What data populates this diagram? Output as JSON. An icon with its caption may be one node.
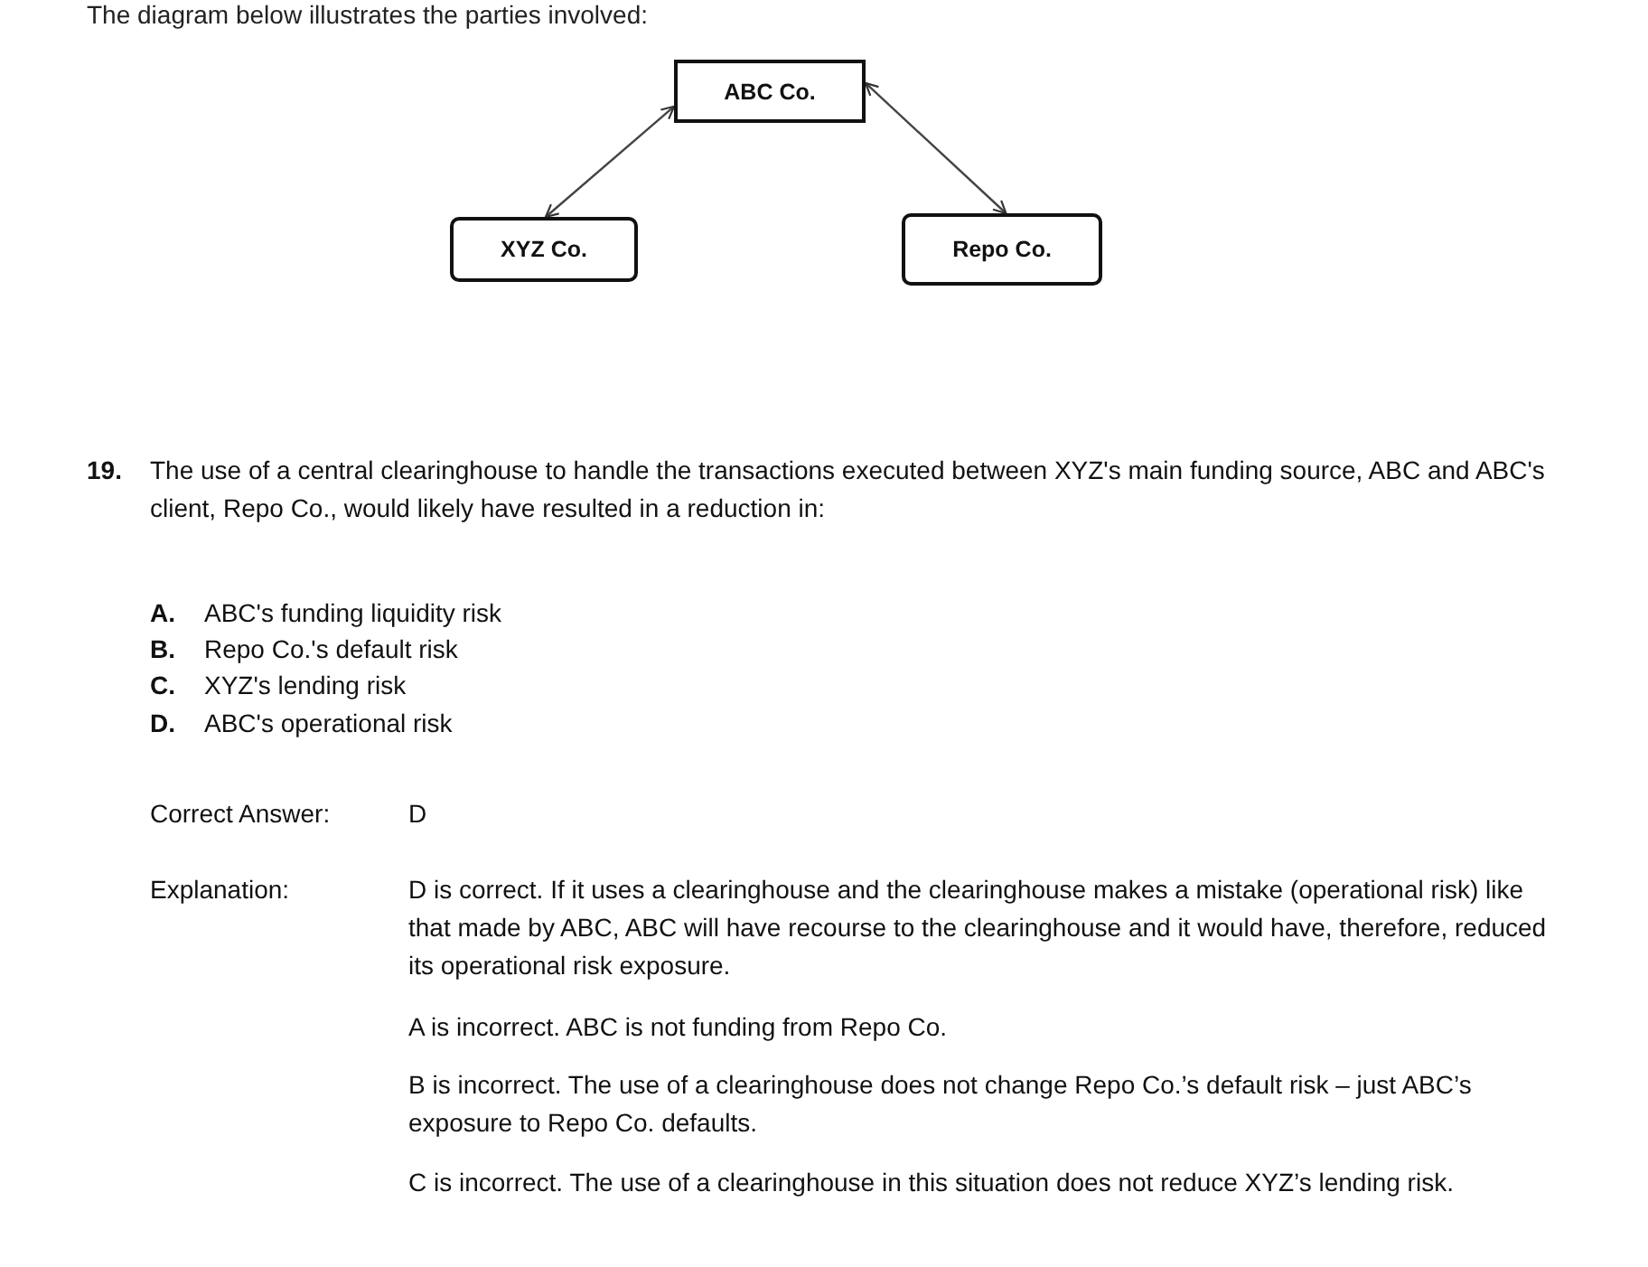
{
  "diagram": {
    "title": "The diagram below illustrates the parties involved:",
    "nodes": [
      {
        "text": [
          "ABC Co."
        ]
      },
      {
        "text": [
          "XYZ Co."
        ]
      },
      {
        "text": [
          "Repo Co."
        ]
      }
    ],
    "edges": [
      {
        "from": 1,
        "to": 0,
        "arrow": "both"
      },
      {
        "from": 2,
        "to": 0,
        "arrow": "both"
      }
    ],
    "labels": [
      "19.",
      "The use of a central clearinghouse to handle the transactions executed between XYZ's main funding source, ABC and ABC's client, Repo Co., would likely have resulted in a reduction in:",
      "A.",
      "ABC's funding liquidity risk",
      "B.",
      "Repo Co.'s default risk",
      "C.",
      "XYZ's lending risk",
      "D.",
      "ABC's operational risk",
      "Correct Answer:",
      "D",
      "Explanation:",
      "D is correct. If it uses a clearinghouse and the clearinghouse makes a mistake (operational risk) like that made by ABC, ABC will have recourse to the clearinghouse and it would have, therefore, reduced its operational risk exposure.",
      "A is incorrect. ABC is not funding from Repo Co.",
      "B is incorrect. The use of a clearinghouse does not change Repo Co.’s default risk – just ABC’s exposure to Repo Co. defaults.",
      "C is incorrect. The use of a clearinghouse in this situation does not reduce XYZ’s lending risk."
    ]
  }
}
